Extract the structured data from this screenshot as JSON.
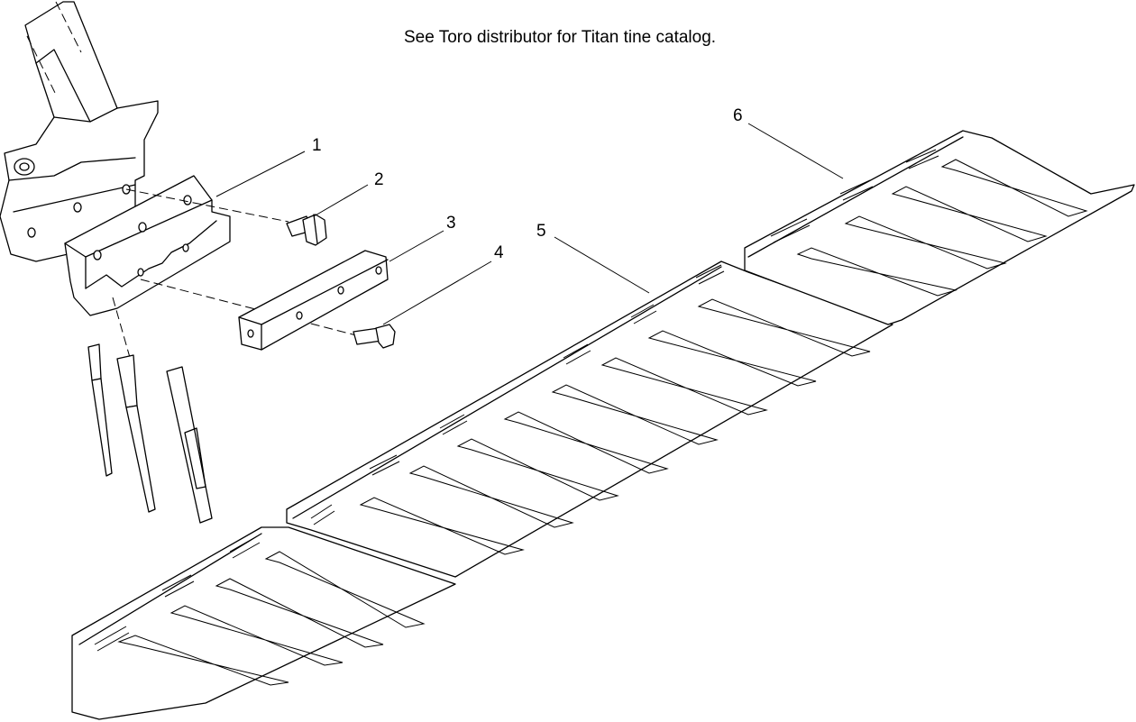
{
  "note": "See Toro distributor for Titan tine catalog.",
  "callouts": [
    {
      "number": "1",
      "part": "tine-holder-block"
    },
    {
      "number": "2",
      "part": "bolt"
    },
    {
      "number": "3",
      "part": "clamp-bar"
    },
    {
      "number": "4",
      "part": "bolt"
    },
    {
      "number": "5",
      "part": "tine-strip-center"
    },
    {
      "number": "6",
      "part": "tine-strip-right"
    }
  ]
}
